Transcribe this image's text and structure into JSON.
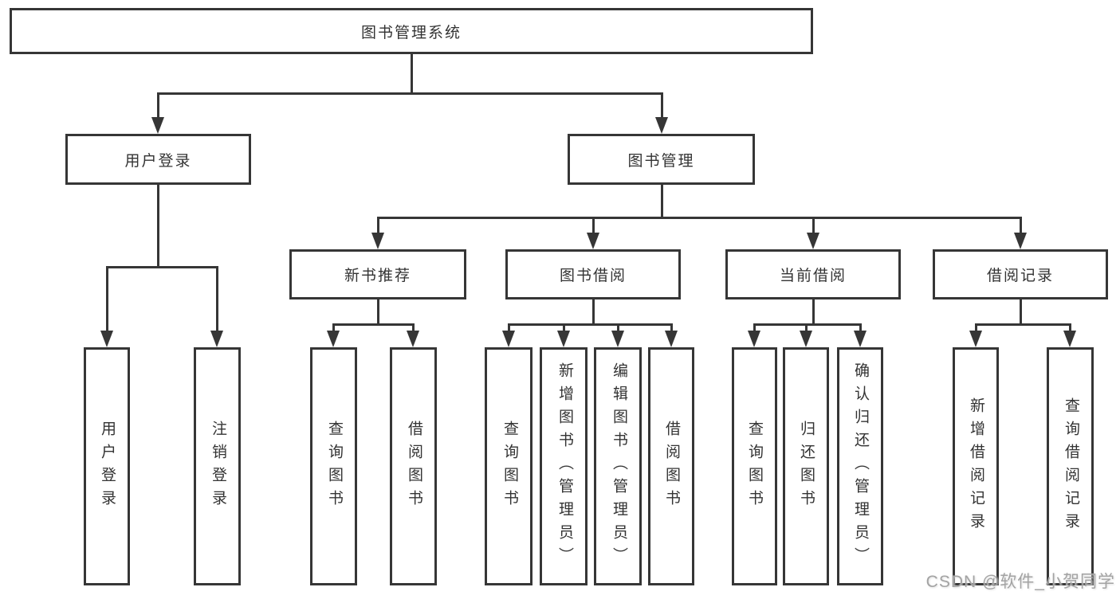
{
  "diagram": {
    "title": "图书管理系统",
    "colors": {
      "line": "#363636",
      "box_border": "#363636",
      "background": "#ffffff",
      "text": "#333333",
      "watermark": "#a3a3a3"
    },
    "root": {
      "label": "图书管理系统",
      "children": [
        {
          "label": "用户登录",
          "children": [
            {
              "label": "用户登录"
            },
            {
              "label": "注销登录"
            }
          ]
        },
        {
          "label": "图书管理",
          "children": [
            {
              "label": "新书推荐",
              "children": [
                {
                  "label": "查询图书"
                },
                {
                  "label": "借阅图书"
                }
              ]
            },
            {
              "label": "图书借阅",
              "children": [
                {
                  "label": "查询图书"
                },
                {
                  "label": "新增图书（管理员）"
                },
                {
                  "label": "编辑图书（管理员）"
                },
                {
                  "label": "借阅图书"
                }
              ]
            },
            {
              "label": "当前借阅",
              "children": [
                {
                  "label": "查询图书"
                },
                {
                  "label": "归还图书"
                },
                {
                  "label": "确认归还（管理员）"
                }
              ]
            },
            {
              "label": "借阅记录",
              "children": [
                {
                  "label": "新增借阅记录"
                },
                {
                  "label": "查询借阅记录"
                }
              ]
            }
          ]
        }
      ]
    }
  },
  "watermark": {
    "text": "CSDN @软件_小贺同学"
  }
}
